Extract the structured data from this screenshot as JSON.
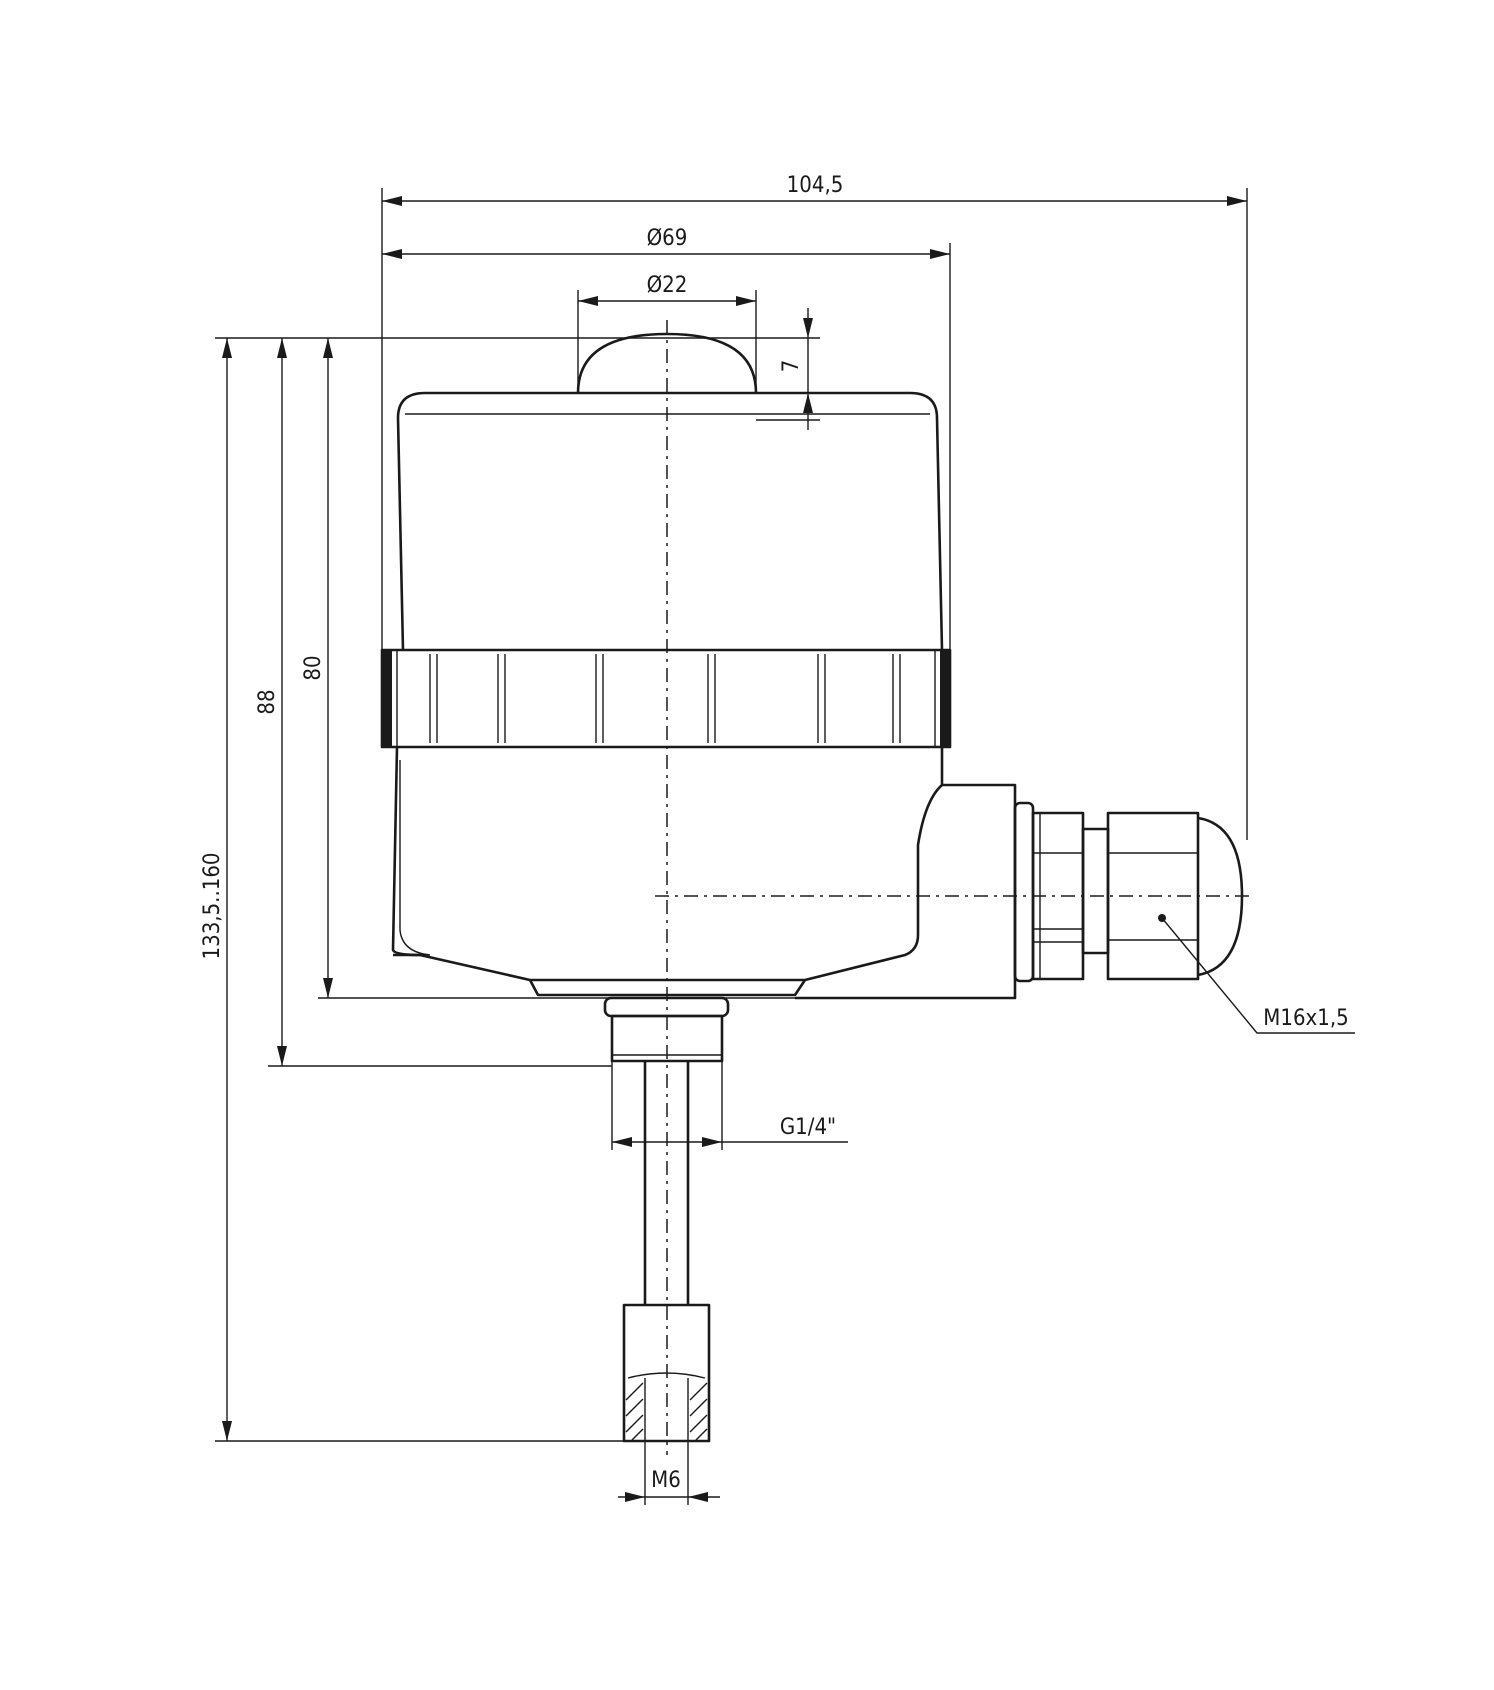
{
  "dimensions": {
    "overall_width": "104,5",
    "body_diameter": "Ø69",
    "cap_diameter": "Ø22",
    "cap_height": "7",
    "body_height": "80",
    "height_to_thread": "88",
    "total_length": "133,5..160",
    "cable_gland_thread": "M16x1,5",
    "process_thread": "G1/4\"",
    "probe_thread": "M6"
  },
  "colors": {
    "line": "#1a1a1a",
    "background": "#ffffff"
  }
}
